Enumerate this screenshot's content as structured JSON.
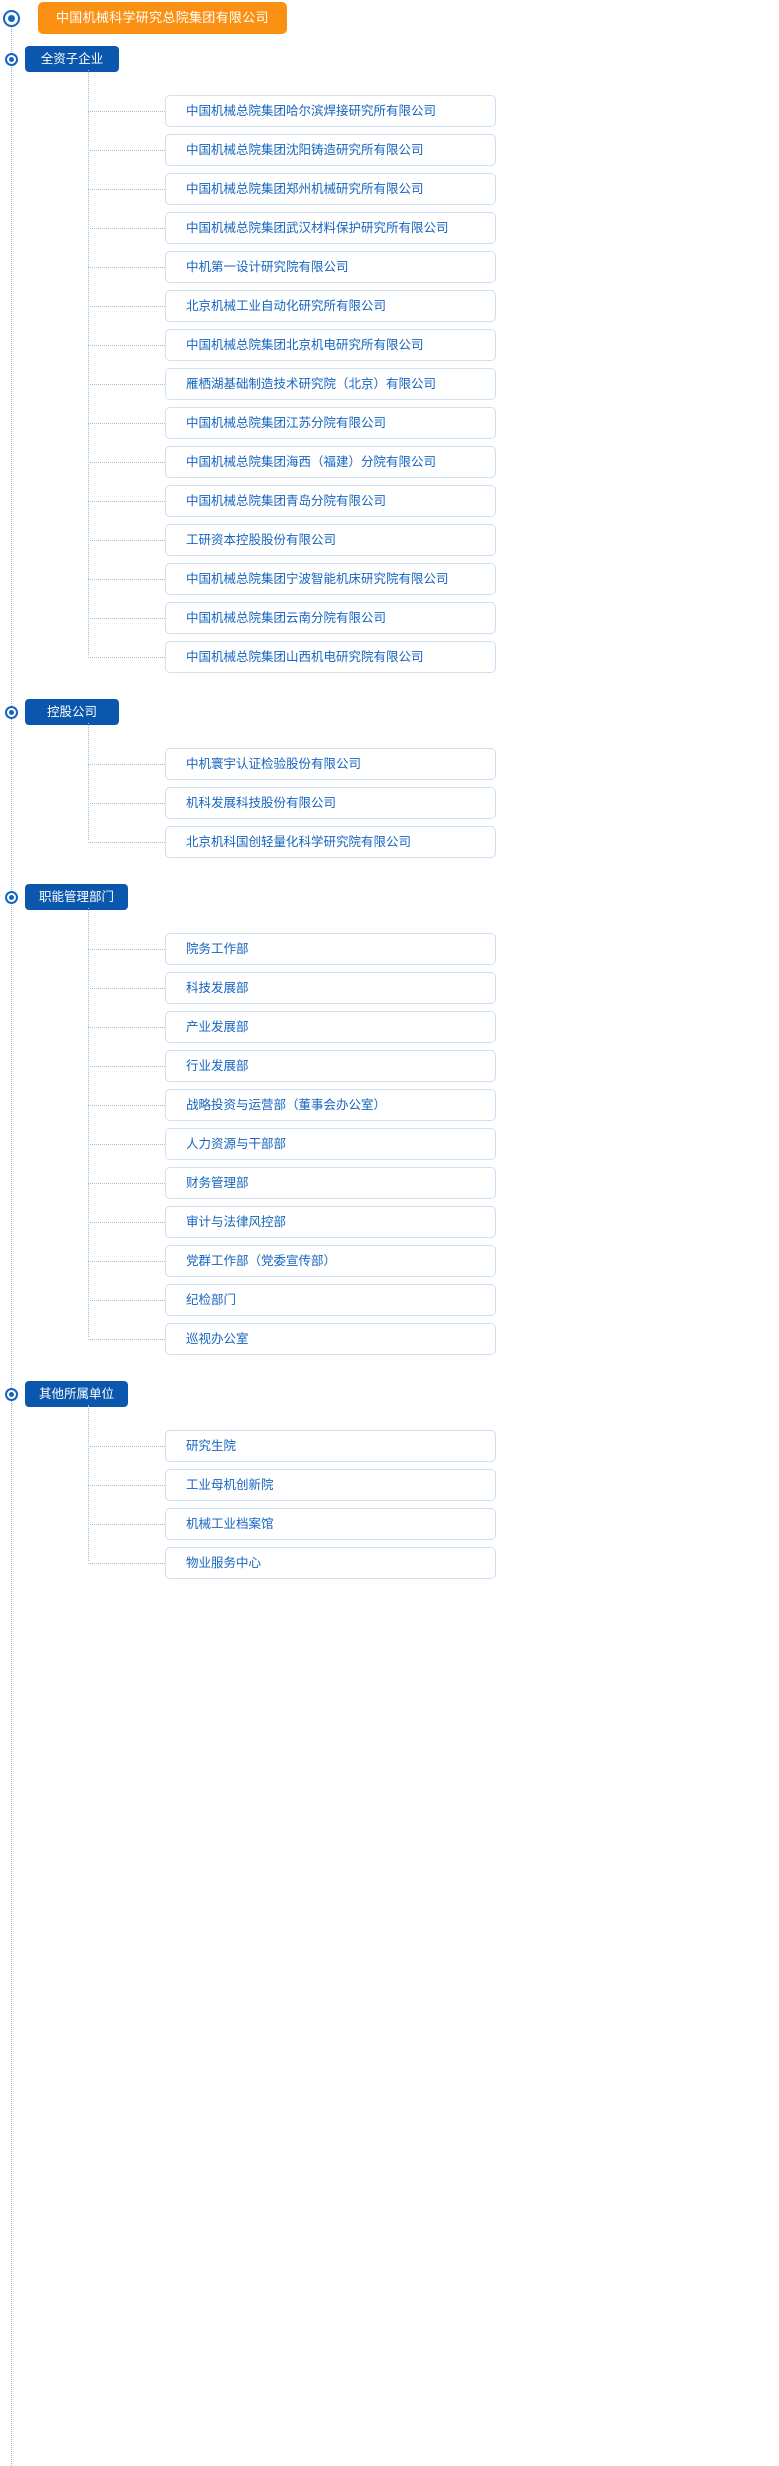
{
  "root": {
    "label": "中国机械科学研究总院集团有限公司",
    "color": "#fb9113"
  },
  "theme": {
    "group_color": "#0b57ad",
    "leaf_text_color": "#1565c0",
    "leaf_border_color": "#cfe0f1",
    "connector_color": "#9cc2e4"
  },
  "groups": [
    {
      "label": "全资子企业",
      "items": [
        "中国机械总院集团哈尔滨焊接研究所有限公司",
        "中国机械总院集团沈阳铸造研究所有限公司",
        "中国机械总院集团郑州机械研究所有限公司",
        "中国机械总院集团武汉材料保护研究所有限公司",
        "中机第一设计研究院有限公司",
        "北京机械工业自动化研究所有限公司",
        "中国机械总院集团北京机电研究所有限公司",
        "雁栖湖基础制造技术研究院（北京）有限公司",
        "中国机械总院集团江苏分院有限公司",
        "中国机械总院集团海西（福建）分院有限公司",
        "中国机械总院集团青岛分院有限公司",
        "工研资本控股股份有限公司",
        "中国机械总院集团宁波智能机床研究院有限公司",
        "中国机械总院集团云南分院有限公司",
        "中国机械总院集团山西机电研究院有限公司"
      ]
    },
    {
      "label": "控股公司",
      "items": [
        "中机寰宇认证检验股份有限公司",
        "机科发展科技股份有限公司",
        "北京机科国创轻量化科学研究院有限公司"
      ]
    },
    {
      "label": "职能管理部门",
      "items": [
        "院务工作部",
        "科技发展部",
        "产业发展部",
        "行业发展部",
        "战略投资与运营部（董事会办公室）",
        "人力资源与干部部",
        "财务管理部",
        "审计与法律风控部",
        "党群工作部（党委宣传部）",
        "纪检部门",
        "巡视办公室"
      ]
    },
    {
      "label": "其他所属单位",
      "items": [
        "研究生院",
        "工业母机创新院",
        "机械工业档案馆",
        "物业服务中心"
      ]
    }
  ]
}
